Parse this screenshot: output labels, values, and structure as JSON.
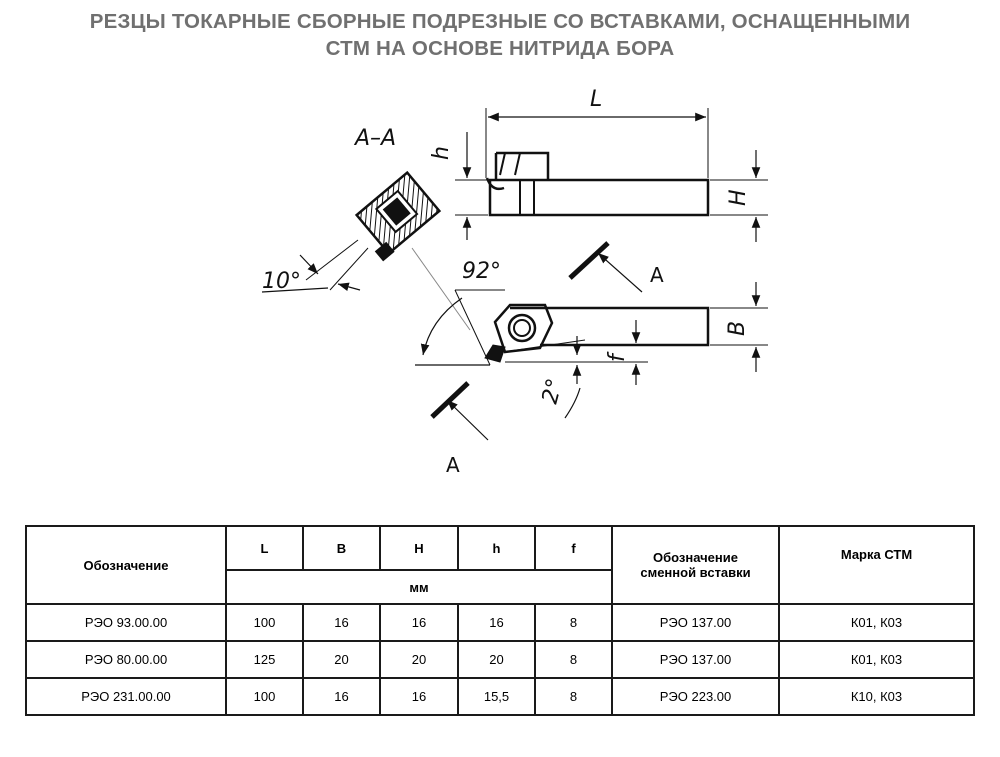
{
  "title": {
    "line1": "РЕЗЦЫ ТОКАРНЫЕ СБОРНЫЕ ПОДРЕЗНЫЕ СО ВСТАВКАМИ, ОСНАЩЕННЫМИ",
    "line2": "СТМ НА ОСНОВЕ НИТРИДА БОРА"
  },
  "drawing": {
    "section_label": "А–А",
    "dim_L": "L",
    "dim_h": "h",
    "dim_H": "H",
    "dim_B": "B",
    "dim_f": "f",
    "angle_10": "10°",
    "angle_92": "92°",
    "angle_2": "2°",
    "cut_label_top": "А",
    "cut_label_bottom": "А"
  },
  "table": {
    "headers": {
      "designation": "Обозначение",
      "L": "L",
      "B": "B",
      "H": "H",
      "h": "h",
      "f": "f",
      "units": "мм",
      "insert": "Обозначение сменной вставки",
      "grade": "Марка СТМ"
    },
    "rows": [
      {
        "designation": "РЭО 93.00.00",
        "L": "100",
        "B": "16",
        "H": "16",
        "h": "16",
        "f": "8",
        "insert": "РЭО 137.00",
        "grade": "К01, К03"
      },
      {
        "designation": "РЭО 80.00.00",
        "L": "125",
        "B": "20",
        "H": "20",
        "h": "20",
        "f": "8",
        "insert": "РЭО 137.00",
        "grade": "К01, К03"
      },
      {
        "designation": "РЭО 231.00.00",
        "L": "100",
        "B": "16",
        "H": "16",
        "h": "15,5",
        "f": "8",
        "insert": "РЭО 223.00",
        "grade": "К10, К03"
      }
    ]
  }
}
